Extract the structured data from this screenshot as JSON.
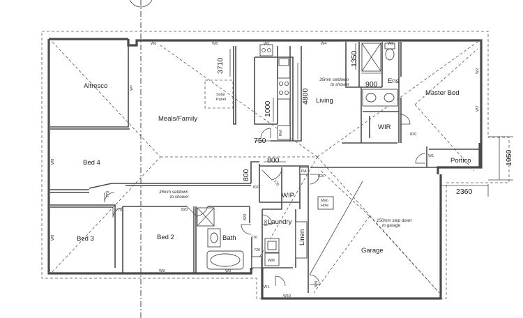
{
  "rooms": {
    "alfresco": "Alfresco",
    "meals_family": "Meals/Family",
    "living": "Living",
    "master_bed": "Master Bed",
    "ens": "Ens",
    "wir": "WIR",
    "portico": "Portico",
    "bed4": "Bed 4",
    "bed3": "Bed 3",
    "bed2": "Bed 2",
    "bath": "Bath",
    "wip": "WIP",
    "laundry": "Laundry",
    "linen": "Linen",
    "garage": "Garage",
    "solar_panel": [
      "Solar",
      "Panel"
    ],
    "man_hole": [
      "Man",
      "Hole"
    ],
    "ref": "Ref",
    "ra": "RA",
    "wm": "WM"
  },
  "dimensions": {
    "d3710": "3710",
    "d1000": "1000",
    "d4800": "4800",
    "d1350": "1350",
    "d900": "900",
    "d750": "750",
    "d800a": "800",
    "d800b": "800",
    "d1950": "1950",
    "d2360": "2360"
  },
  "notes": {
    "ens_setdown": [
      "35mm setdown",
      "to shower"
    ],
    "bath_setdown": [
      "35mm setdown",
      "to shower"
    ],
    "garage_step": [
      "150mm step down",
      "to garage"
    ]
  },
  "windows": {
    "w6a": "W6",
    "w6b": "W6",
    "w5": "W5",
    "w4": "W4",
    "w3": "W3",
    "w7": "W7",
    "w8a": "W8",
    "w8b": "W8",
    "w8c": "W8",
    "w9": "W9",
    "w2a": "W2",
    "w2b": "W2",
    "w1a": "W1",
    "w1b": "W1",
    "w10": "W10"
  },
  "doors": {
    "d820_wir": "820",
    "d820_meals": "820",
    "d820_wip": "820",
    "d820_bath": "820",
    "d820_laundry": "820",
    "d820_garage": "820",
    "d820_hall": "820",
    "d770_bed4": "770",
    "d770_bed3": "770",
    "d770_wip": "770",
    "d770_laundry": "770",
    "d720": "720"
  }
}
